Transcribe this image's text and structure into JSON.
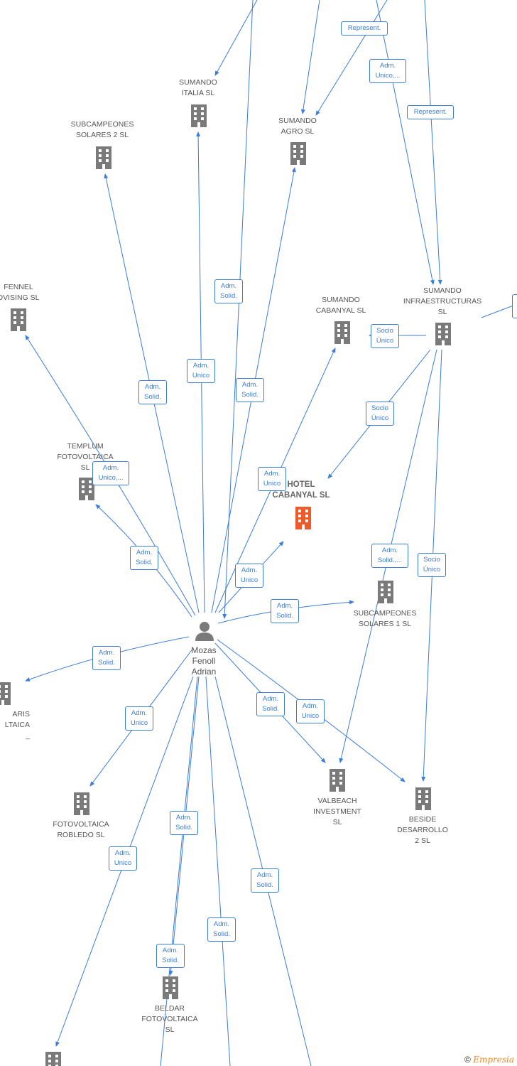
{
  "center_person": {
    "label": "Mozas\nFenoll\nAdrian",
    "icon": "person-icon"
  },
  "main_company": {
    "label": "HOTEL\nCABANYAL  SL",
    "icon": "building-icon",
    "color": "#f05a28"
  },
  "colors": {
    "edge": "#3b7dd8",
    "building": "#7a7a7a"
  },
  "companies": [
    {
      "id": "sumando-italia",
      "label": "SUMANDO\nITALIA  SL"
    },
    {
      "id": "subcampeones-2",
      "label": "SUBCAMPEONES\nSOLARES 2  SL"
    },
    {
      "id": "sumando-agro",
      "label": "SUMANDO\nAGRO  SL"
    },
    {
      "id": "fennel",
      "label": "FENNEL\nDVISING  SL"
    },
    {
      "id": "sumando-cabanyal",
      "label": "SUMANDO\nCABANYAL  SL"
    },
    {
      "id": "sumando-infra",
      "label": "SUMANDO\nINFRAESTRUCTURAS\nSL"
    },
    {
      "id": "templum",
      "label": "TEMPLUM\nFOTOVOLTAICA\nSL"
    },
    {
      "id": "subcampeones-1",
      "label": "SUBCAMPEONES\nSOLARES 1  SL"
    },
    {
      "id": "aris",
      "label": "ARIS\nLTAICA\n_"
    },
    {
      "id": "robledo",
      "label": "FOTOVOLTAICA\nROBLEDO SL"
    },
    {
      "id": "valbeach",
      "label": "VALBEACH\nINVESTMENT\nSL"
    },
    {
      "id": "beside",
      "label": "BESIDE\nDESARROLLO\n2  SL"
    },
    {
      "id": "beldar",
      "label": "BELDAR\nFOTOVOLTAICA\nSL"
    }
  ],
  "relations": [
    {
      "id": "represent-1",
      "label": "Represent."
    },
    {
      "id": "adm-unico-top",
      "label": "Adm.\nUnico,..."
    },
    {
      "id": "represent-2",
      "label": "Represent."
    },
    {
      "id": "adm-solid-italia",
      "label": "Adm.\nSolid."
    },
    {
      "id": "socio-unico-cabanyal",
      "label": "Socio\nÚnico"
    },
    {
      "id": "adm-unico-italia",
      "label": "Adm.\nUnico"
    },
    {
      "id": "adm-solid-sub2",
      "label": "Adm.\nSolid."
    },
    {
      "id": "adm-solid-agro",
      "label": "Adm.\nSolid."
    },
    {
      "id": "socio-unico-hotel",
      "label": "Socio\nÚnico"
    },
    {
      "id": "adm-unico-fennel",
      "label": "Adm.\nUnico,..."
    },
    {
      "id": "adm-unico-sumcab",
      "label": "Adm.\nUnico"
    },
    {
      "id": "adm-solid-templum",
      "label": "Adm.\nSolid."
    },
    {
      "id": "adm-solid-valbeach-infra",
      "label": "Adm.\nSolid.,..."
    },
    {
      "id": "socio-unico-beside",
      "label": "Socio\nÚnico"
    },
    {
      "id": "adm-unico-hotel",
      "label": "Adm.\nUnico"
    },
    {
      "id": "adm-solid-sub1",
      "label": "Adm.\nSolid."
    },
    {
      "id": "adm-solid-aris",
      "label": "Adm.\nSolid."
    },
    {
      "id": "adm-unico-robledo",
      "label": "Adm.\nUnico"
    },
    {
      "id": "adm-solid-valbeach",
      "label": "Adm.\nSolid."
    },
    {
      "id": "adm-unico-beside",
      "label": "Adm.\nUnico"
    },
    {
      "id": "adm-solid-bottom1",
      "label": "Adm.\nSolid."
    },
    {
      "id": "adm-unico-bottom",
      "label": "Adm.\nUnico"
    },
    {
      "id": "adm-solid-bottom2",
      "label": "Adm.\nSolid."
    },
    {
      "id": "adm-solid-bottom3",
      "label": "Adm.\nSolid."
    },
    {
      "id": "adm-solid-beldar",
      "label": "Adm.\nSolid."
    }
  ],
  "footer": {
    "copyright": "©",
    "brand": "Empresia"
  }
}
